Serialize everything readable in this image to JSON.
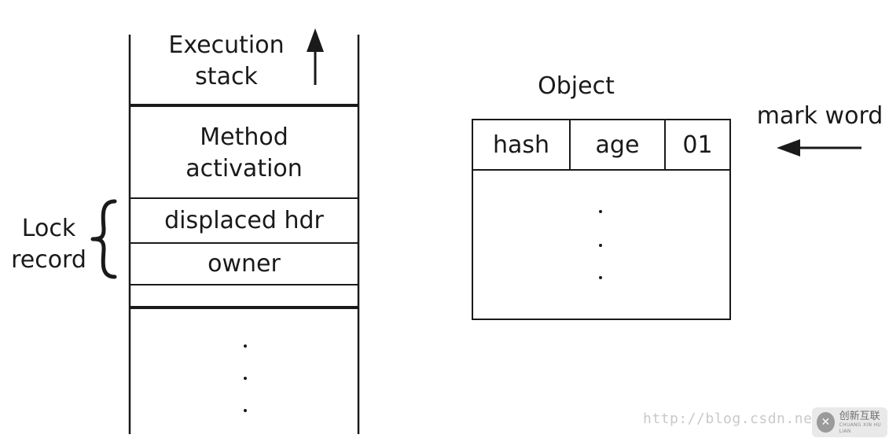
{
  "stack": {
    "execution_label": "Execution\nstack",
    "method_label": "Method\nactivation",
    "displaced_label": "displaced hdr",
    "owner_label": "owner",
    "lock_record_label": "Lock\nrecord"
  },
  "object": {
    "title": "Object",
    "hash_label": "hash",
    "age_label": "age",
    "flag_label": "01",
    "mark_word_label": "mark word"
  },
  "watermark": {
    "url": "http://blog.csdn.net",
    "badge_text": "创新互联",
    "badge_sub": "CHUANG XIN HU LIAN"
  },
  "icons": {
    "up": "arrow-up-icon",
    "left": "arrow-left-icon",
    "brace": "curly-brace-icon",
    "logo": "logo-icon"
  }
}
